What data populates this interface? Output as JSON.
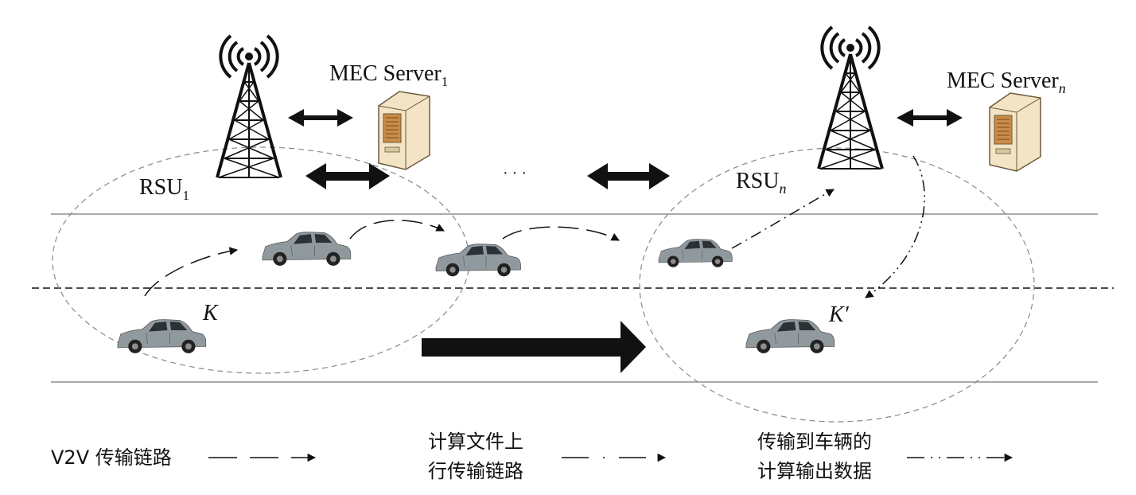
{
  "rsu_1": {
    "label": "RSU",
    "sub": "1"
  },
  "rsu_n": {
    "label": "RSU",
    "sub": "n"
  },
  "mec_1": {
    "label": "MEC Server",
    "sub": "1"
  },
  "mec_n": {
    "label": "MEC Server",
    "sub": "n"
  },
  "ellipsis": "· · ·",
  "vehicle_start": "K",
  "vehicle_end": "K′",
  "legend": {
    "v2v": "V2V 传输链路",
    "uplink_line1": "计算文件上",
    "uplink_line2": "行传输链路",
    "output_line1": "传输到车辆的",
    "output_line2": "计算输出数据"
  }
}
